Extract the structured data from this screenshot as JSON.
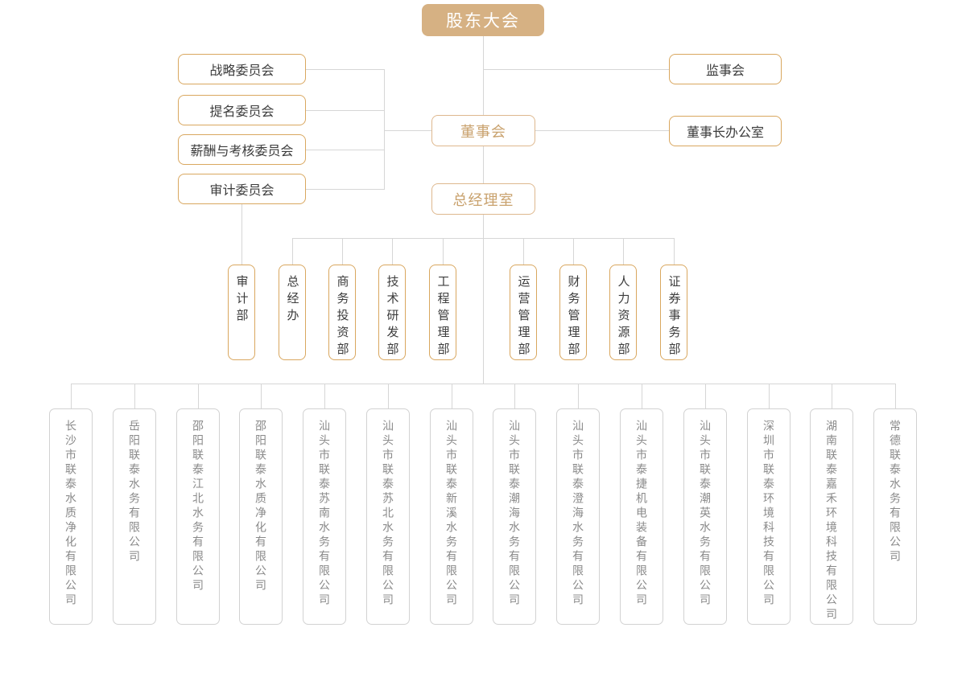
{
  "chart": {
    "root": "股东大会",
    "committees": [
      "战略委员会",
      "提名委员会",
      "薪酬与考核委员会",
      "审计委员会"
    ],
    "supervisory_board": "监事会",
    "chairman_office": "董事长办公室",
    "board": "董事会",
    "gm_office": "总经理室",
    "departments": [
      "审计部",
      "总经办",
      "商务投资部",
      "技术研发部",
      "工程管理部",
      "运营管理部",
      "财务管理部",
      "人力资源部",
      "证券事务部"
    ],
    "companies": [
      "长沙市联泰水质净化有限公司",
      "岳阳联泰水务有限公司",
      "邵阳联泰江北水务有限公司",
      "邵阳联泰水质净化有限公司",
      "汕头市联泰苏南水务有限公司",
      "汕头市联泰苏北水务有限公司",
      "汕头市联泰新溪水务有限公司",
      "汕头市联泰潮海水务有限公司",
      "汕头市联泰澄海水务有限公司",
      "汕头市泰捷机电装备有限公司",
      "汕头市联泰潮英水务有限公司",
      "深圳市联泰环境科技有限公司",
      "湖南联泰嘉禾环境科技有限公司",
      "常德联泰水务有限公司"
    ],
    "colors": {
      "root_fill": "#D6B183",
      "root_text": "#FFFFFF",
      "gold_border": "#D9A75F",
      "mid_border": "#DEB88E",
      "mid_text": "#C9A26E",
      "dark_text": "#3C3C3C",
      "company_border": "#D2D2D2",
      "company_text": "#8A8A8A",
      "line": "#D6D6D6"
    }
  }
}
